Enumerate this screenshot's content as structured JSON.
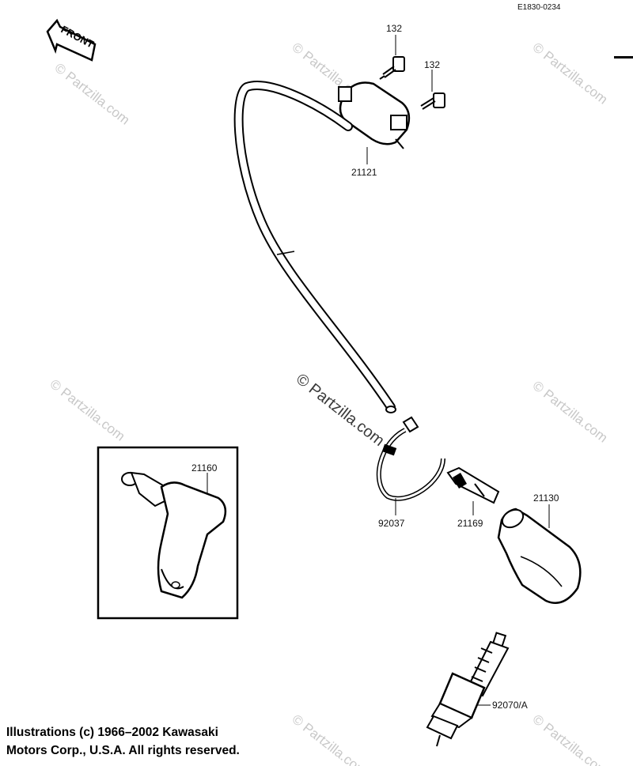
{
  "diagram": {
    "code": "E1830-0234",
    "front_label": "FRONT",
    "parts": [
      {
        "label": "132"
      },
      {
        "label": "132"
      },
      {
        "label": "21121"
      },
      {
        "label": "21160"
      },
      {
        "label": "92037"
      },
      {
        "label": "21169"
      },
      {
        "label": "21130"
      },
      {
        "label": "92070/A"
      }
    ],
    "watermark": "© Partzilla.com",
    "copyright": {
      "line1": "Illustrations (c) 1966–2002 Kawasaki",
      "line2": "Motors Corp., U.S.A.  All rights reserved."
    }
  }
}
